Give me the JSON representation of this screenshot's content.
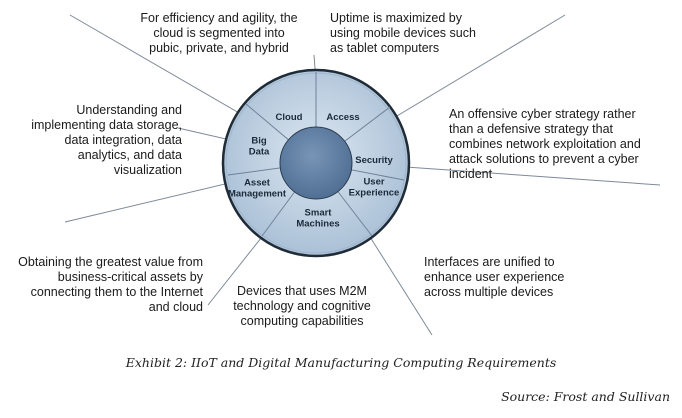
{
  "segments": {
    "cloud": "Cloud",
    "access": "Access",
    "big_data": "Big\nData",
    "security": "Security",
    "asset_management": "Asset\nManagement",
    "user_experience": "User\nExperience",
    "smart_machines": "Smart\nMachines"
  },
  "descriptions": {
    "cloud": "For efficiency and agility, the\ncloud is segmented into\npubic, private, and hybrid",
    "access": "Uptime is maximized by\nusing mobile devices such\nas tablet computers",
    "big_data": "Understanding and\nimplementing data storage,\ndata integration, data\nanalytics, and data\nvisualization",
    "security": "An offensive cyber strategy rather\nthan a defensive strategy that\ncombines network exploitation and\nattack solutions to prevent a cyber\nincident",
    "asset_management": "Obtaining the greatest value from\nbusiness-critical assets by\nconnecting them to the Internet\nand cloud",
    "smart_machines": "Devices that uses M2M\ntechnology and cognitive\ncomputing capabilities",
    "user_experience": "Interfaces are unified to\nenhance user experience\nacross multiple devices"
  },
  "caption": "Exhibit 2: IIoT and Digital Manufacturing Computing Requirements",
  "source": "Source: Frost and Sullivan",
  "colors": {
    "ring": "#b9cde0",
    "hub": "#5f7fa3",
    "ray": "#7d8a97"
  }
}
